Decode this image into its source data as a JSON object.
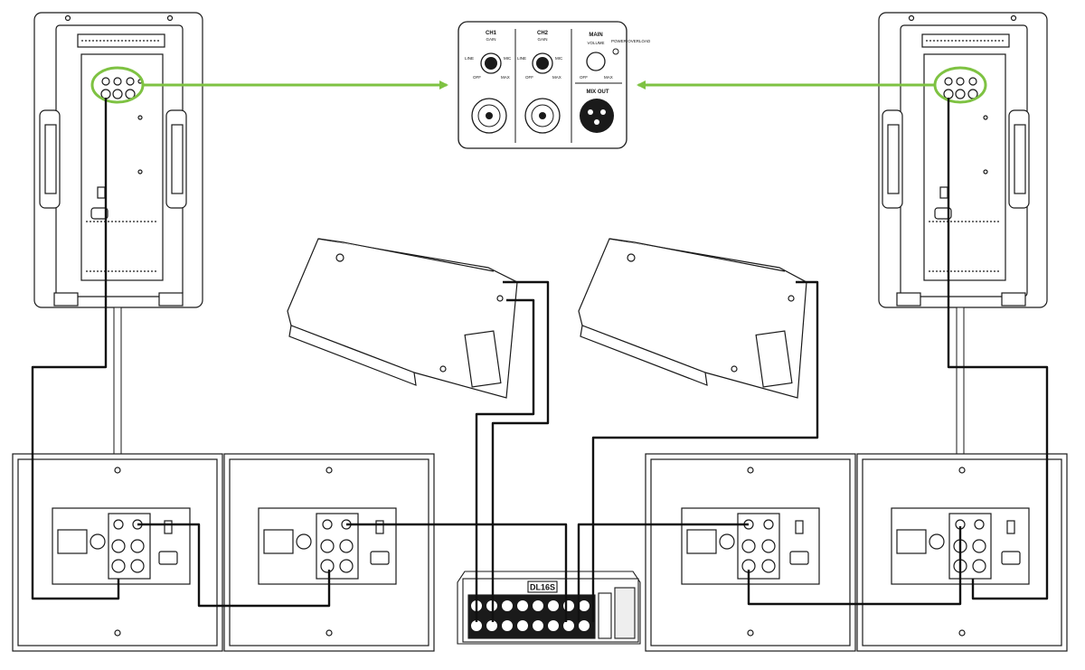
{
  "control_panel": {
    "ch1_label": "CH1",
    "ch1_gain": "GAIN",
    "ch2_label": "CH2",
    "ch2_gain": "GAIN",
    "line": "LINE",
    "mic": "MIC",
    "off": "OFF",
    "max": "MAX",
    "main_label": "MAIN",
    "volume": "VOLUME",
    "power_overload": "POWER OVERLOAD",
    "mix_out": "MIX OUT"
  },
  "mixer": {
    "brand_badge": "DL16S"
  },
  "colors": {
    "arrow": "#7ec242",
    "line": "#1a1a1a",
    "cable": "#111111",
    "panel_fill": "#ffffff"
  }
}
